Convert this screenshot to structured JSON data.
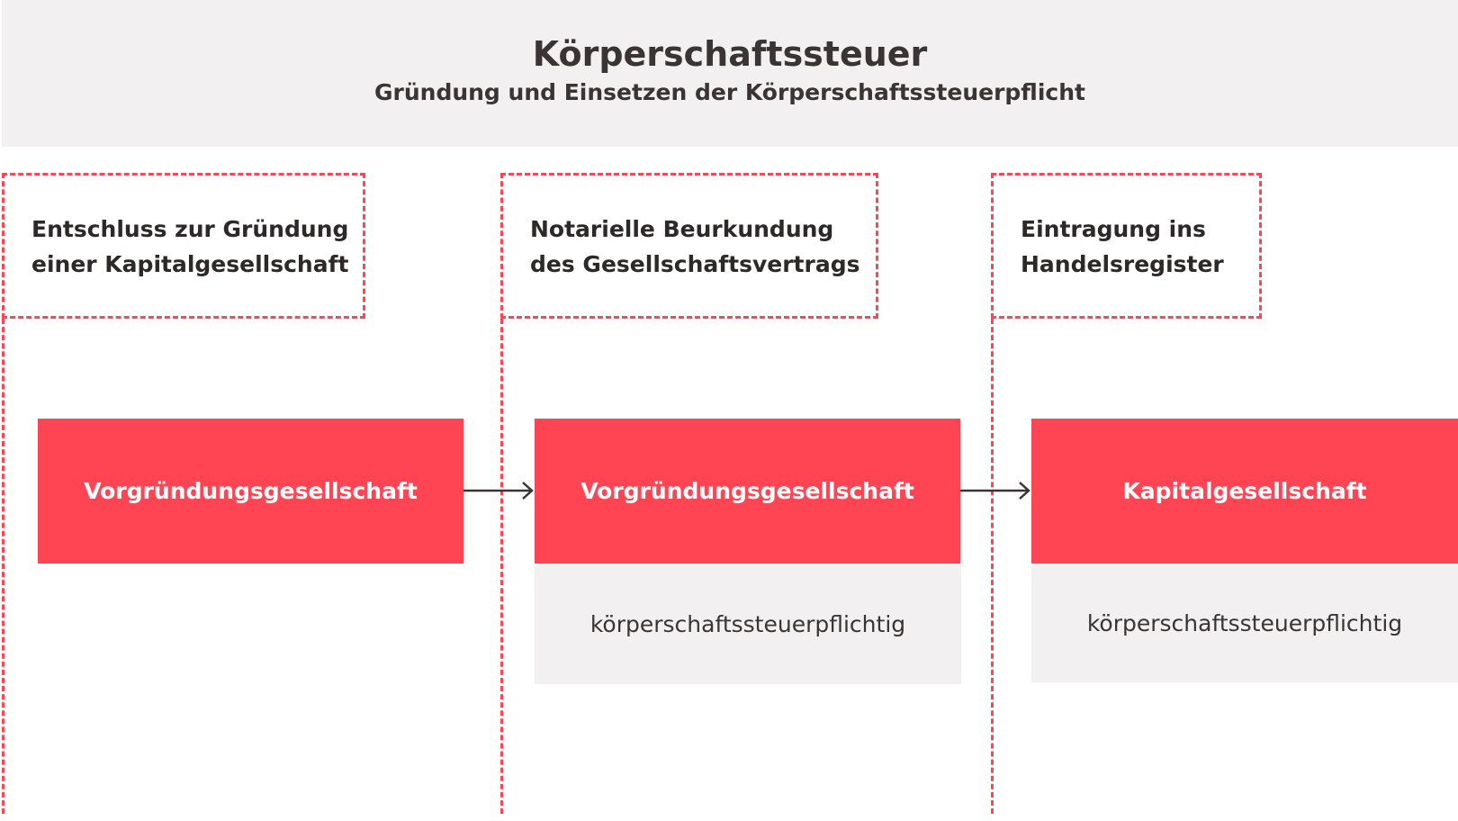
{
  "header": {
    "title": "Körperschaftssteuer",
    "subtitle": "Gründung und Einsetzen der Körperschaftssteuerpflicht"
  },
  "steps": [
    {
      "event": "Entschluss zur Gründung\neiner Kapitalgesellschaft",
      "entity": "Vorgründungsgesellschaft"
    },
    {
      "event": "Notarielle Beurkundung\ndes Gesellschaftsvertrags",
      "entity": "Vorgründungsgesellschaft",
      "status": "körperschaftssteuerpflichtig"
    },
    {
      "event": "Eintragung ins\nHandelsregister",
      "entity": "Kapitalgesellschaft",
      "status": "körperschaftssteuerpflichtig"
    }
  ],
  "colors": {
    "accent": "#ff4454",
    "panel": "#f2f0f1",
    "text": "#3b3434"
  }
}
